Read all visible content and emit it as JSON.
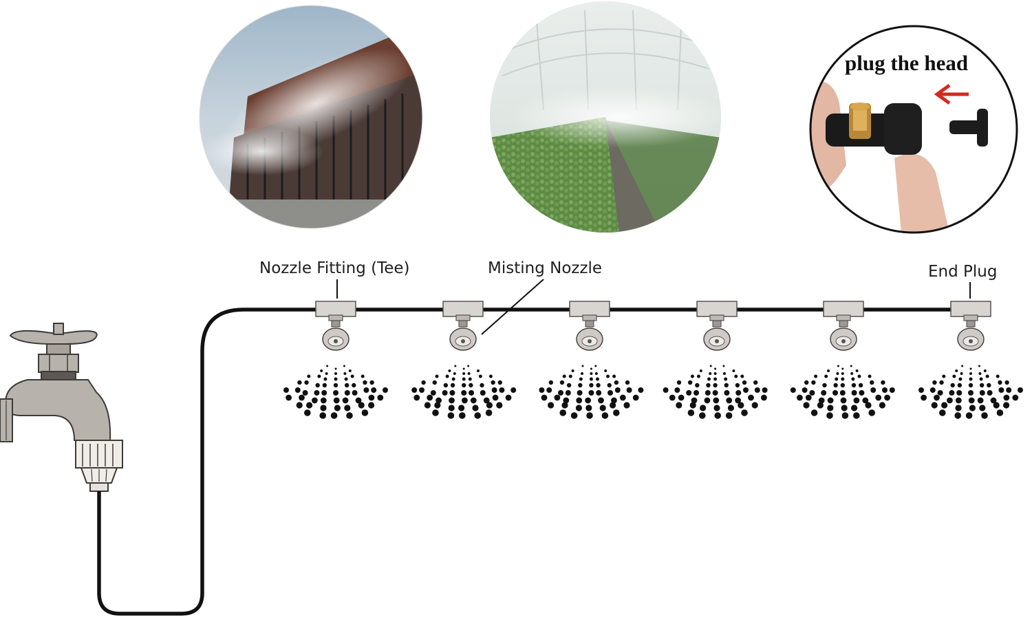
{
  "labels": {
    "nozzle_fitting": "Nozzle Fitting (Tee)",
    "misting_nozzle": "Misting Nozzle",
    "end_plug": "End Plug",
    "plug_the_head": "plug the head"
  },
  "photos": [
    {
      "name": "building-facade-mist-photo"
    },
    {
      "name": "greenhouse-mist-photo"
    },
    {
      "name": "plug-the-head-photo"
    }
  ],
  "nozzle_count": 6,
  "colors": {
    "hose": "#111111",
    "fitting": "#d8d4d0",
    "nozzle": "#cfcac5",
    "tap_body": "#b8b2ad",
    "droplet": "#111111",
    "arrow": "#d42a1e"
  }
}
